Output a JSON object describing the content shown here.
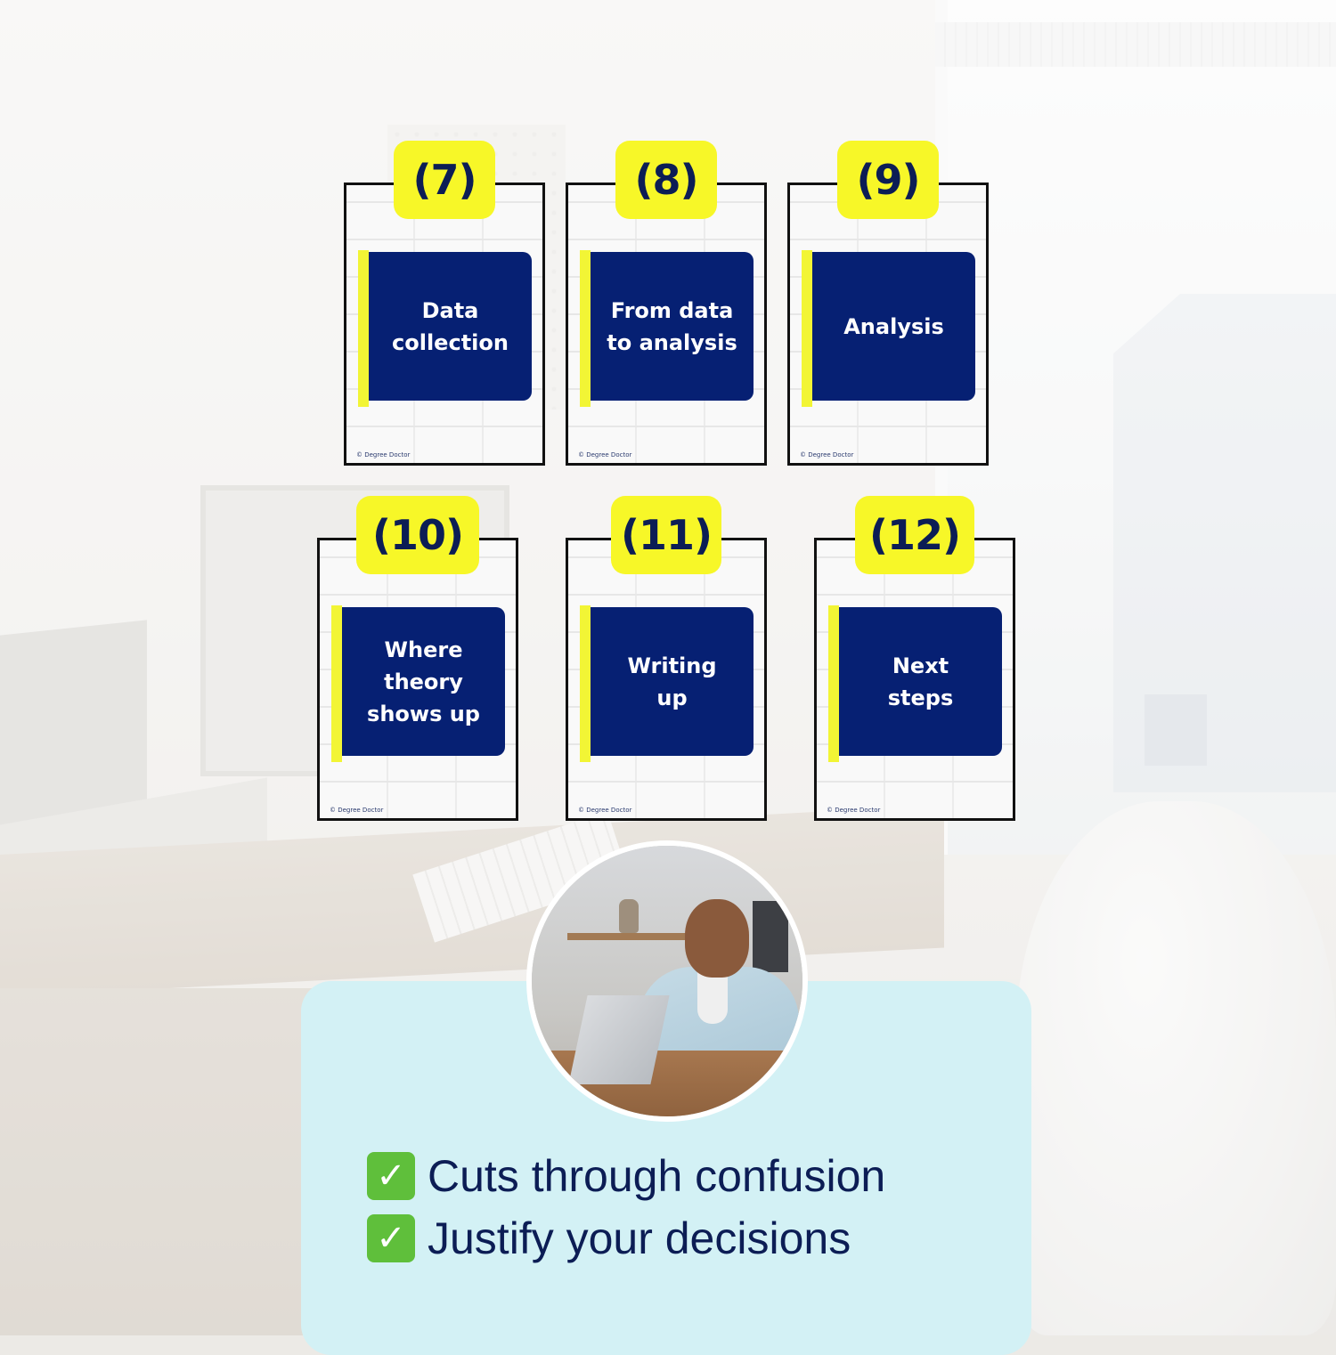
{
  "cards": [
    {
      "number": "(7)",
      "title": "Data\ncollection",
      "copyright": "© Degree Doctor"
    },
    {
      "number": "(8)",
      "title": "From data\nto analysis",
      "copyright": "© Degree Doctor"
    },
    {
      "number": "(9)",
      "title": "Analysis",
      "copyright": "© Degree Doctor"
    },
    {
      "number": "(10)",
      "title": "Where\ntheory\nshows up",
      "copyright": "© Degree Doctor"
    },
    {
      "number": "(11)",
      "title": "Writing\nup",
      "copyright": "© Degree Doctor"
    },
    {
      "number": "(12)",
      "title": "Next\nsteps",
      "copyright": "© Degree Doctor"
    }
  ],
  "benefits": [
    {
      "icon": "check-mark-icon",
      "glyph": "✓",
      "text": "Cuts through confusion"
    },
    {
      "icon": "check-mark-icon",
      "glyph": "✓",
      "text": "Justify your decisions"
    }
  ],
  "colors": {
    "badge": "#f7f728",
    "title_box": "#062073",
    "accent_bar": "#f2f535",
    "panel": "#d3f1f5",
    "check": "#5fbf3b",
    "text_dark": "#0c1d55"
  },
  "photo": {
    "subject": "man-using-laptop-photo"
  }
}
